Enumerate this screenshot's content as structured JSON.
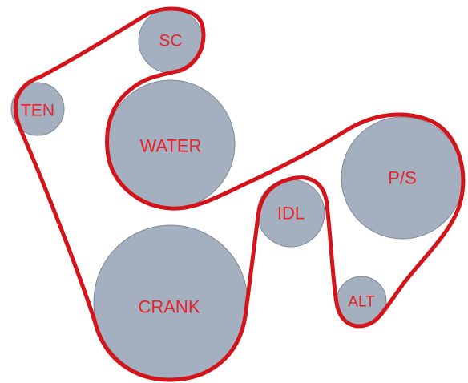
{
  "colors": {
    "pulley_fill": "#a4afbf",
    "belt": "#d4141a",
    "label": "#e8232a"
  },
  "pulleys": {
    "sc": {
      "label": "SC"
    },
    "ten": {
      "label": "TEN"
    },
    "water": {
      "label": "WATER"
    },
    "ps": {
      "label": "P/S"
    },
    "idl": {
      "label": "IDL"
    },
    "crank": {
      "label": "CRANK"
    },
    "alt": {
      "label": "ALT"
    }
  }
}
